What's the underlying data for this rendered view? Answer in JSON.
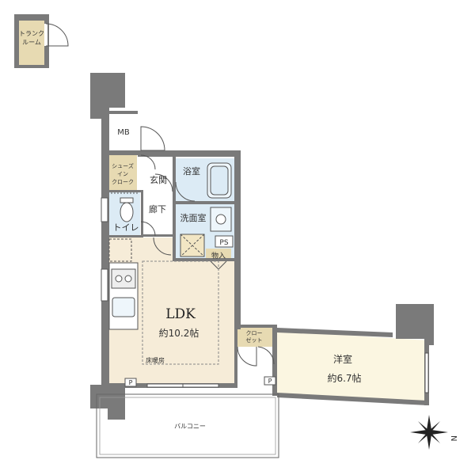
{
  "rooms": {
    "trunk_room": [
      "トランク",
      "ルーム"
    ],
    "mb": "MB",
    "shoes_closet": [
      "シューズ",
      "イン",
      "クローク"
    ],
    "entrance": "玄関",
    "bathroom": "浴室",
    "hallway": "廊下",
    "washroom": "洗面室",
    "toilet": "トイレ",
    "ps": "PS",
    "storage": "物入",
    "ldk": "LDK",
    "ldk_size": "約10.2帖",
    "floor_heating": "床暖房",
    "closet": [
      "クロー",
      "ゼット"
    ],
    "western_room": "洋室",
    "western_room_size": "約6.7帖",
    "balcony": "バルコニー",
    "p_marker": "P"
  },
  "compass": {
    "label": "N"
  },
  "colors": {
    "ldk_floor": "#f6ecd8",
    "western_floor": "#fbf6e1",
    "wet_area": "#dcebf5",
    "closet": "#e7dab2",
    "wall": "#7a7a7a"
  }
}
